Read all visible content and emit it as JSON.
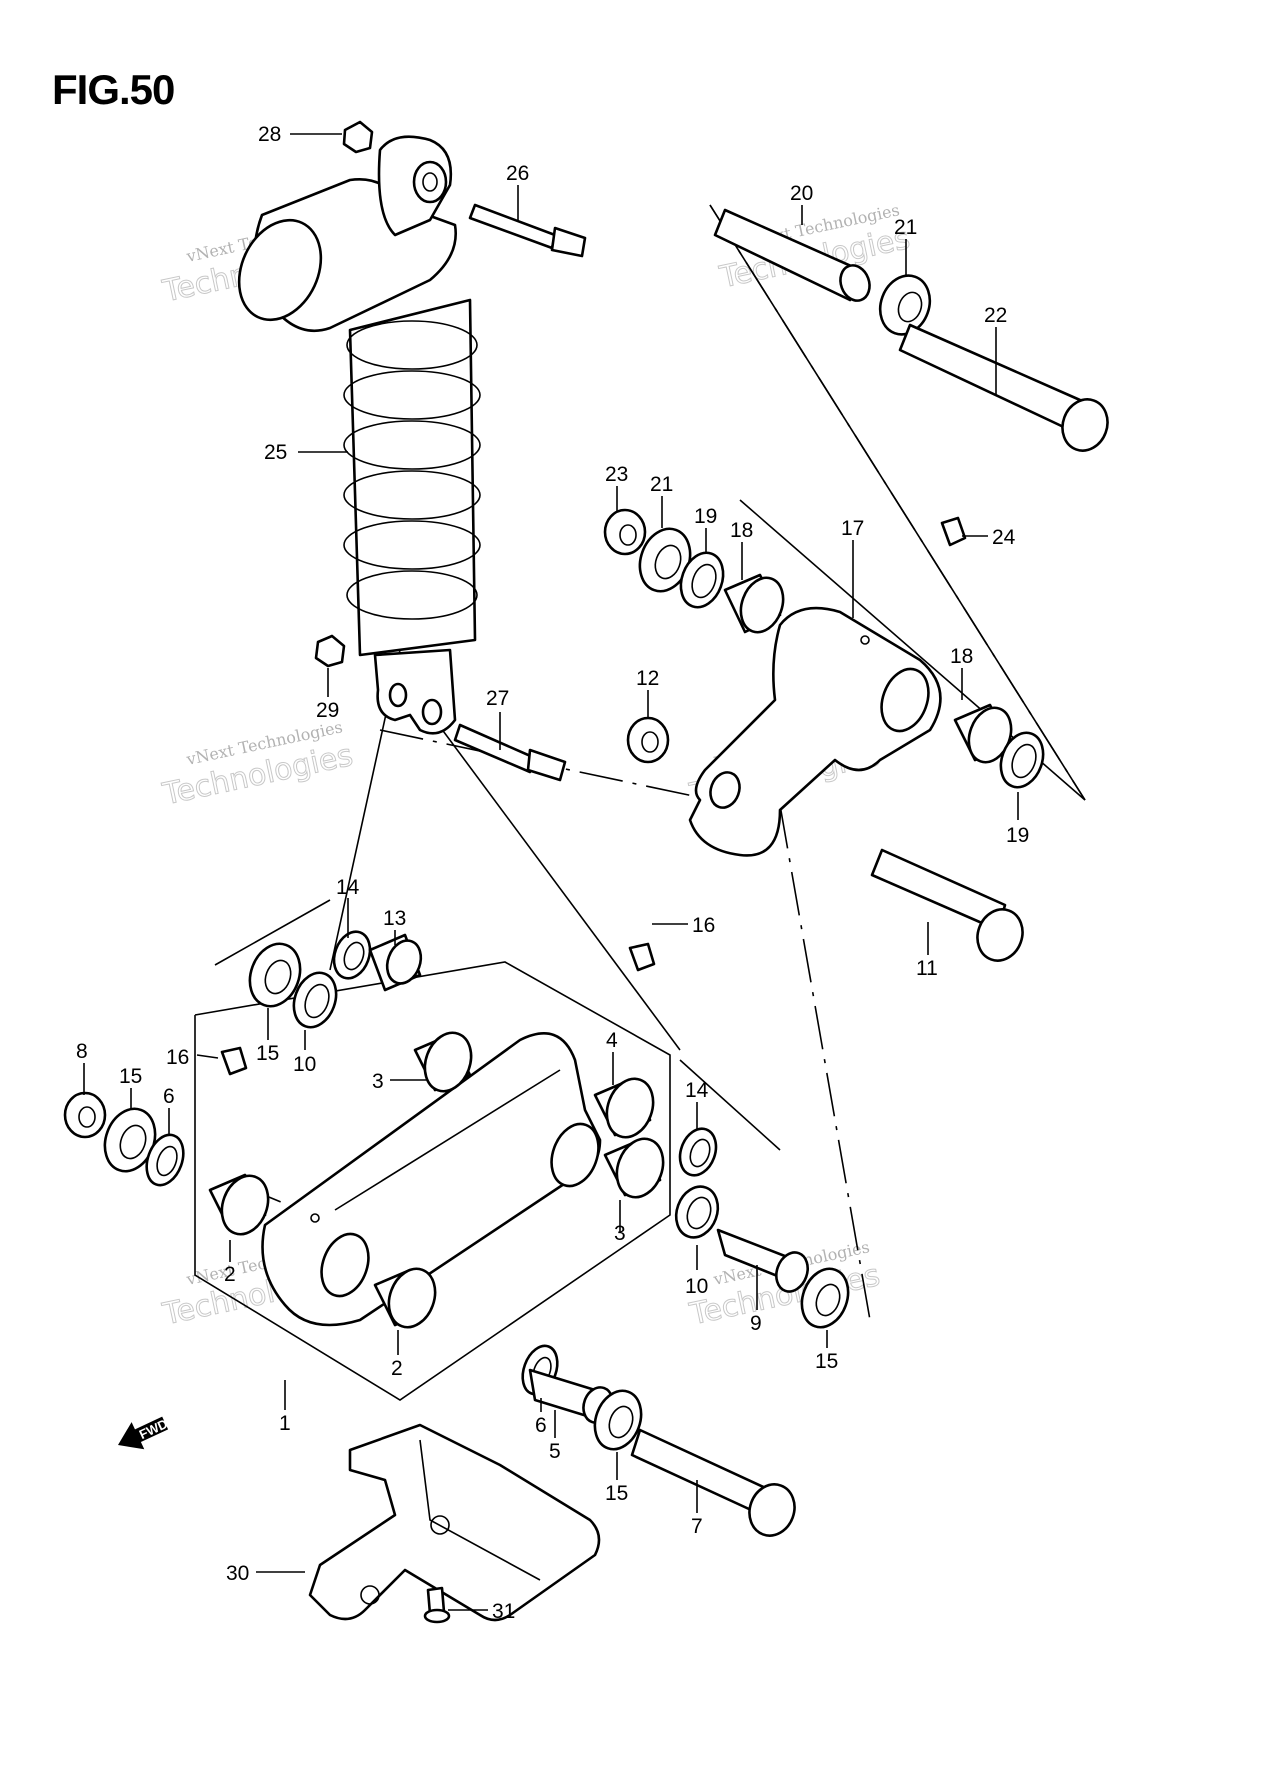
{
  "figure": {
    "title": "FIG.50"
  },
  "watermark": {
    "line1": "vNext Technologies",
    "line2": "Technologies"
  },
  "fwd_label": "FWD",
  "callouts": [
    {
      "id": "c28",
      "label": "28"
    },
    {
      "id": "c26",
      "label": "26"
    },
    {
      "id": "c25",
      "label": "25"
    },
    {
      "id": "c29",
      "label": "29"
    },
    {
      "id": "c27",
      "label": "27"
    },
    {
      "id": "c20",
      "label": "20"
    },
    {
      "id": "c21a",
      "label": "21"
    },
    {
      "id": "c22",
      "label": "22"
    },
    {
      "id": "c23",
      "label": "23"
    },
    {
      "id": "c21b",
      "label": "21"
    },
    {
      "id": "c19a",
      "label": "19"
    },
    {
      "id": "c18a",
      "label": "18"
    },
    {
      "id": "c17",
      "label": "17"
    },
    {
      "id": "c24",
      "label": "24"
    },
    {
      "id": "c12",
      "label": "12"
    },
    {
      "id": "c18b",
      "label": "18"
    },
    {
      "id": "c19b",
      "label": "19"
    },
    {
      "id": "c11",
      "label": "11"
    },
    {
      "id": "c14a",
      "label": "14"
    },
    {
      "id": "c13",
      "label": "13"
    },
    {
      "id": "c16a",
      "label": "16"
    },
    {
      "id": "c15a",
      "label": "15"
    },
    {
      "id": "c10a",
      "label": "10"
    },
    {
      "id": "c8",
      "label": "8"
    },
    {
      "id": "c15b",
      "label": "15"
    },
    {
      "id": "c16b",
      "label": "16"
    },
    {
      "id": "c6a",
      "label": "6"
    },
    {
      "id": "c3a",
      "label": "3"
    },
    {
      "id": "c4",
      "label": "4"
    },
    {
      "id": "c14b",
      "label": "14"
    },
    {
      "id": "c3b",
      "label": "3"
    },
    {
      "id": "c2a",
      "label": "2"
    },
    {
      "id": "c10b",
      "label": "10"
    },
    {
      "id": "c9",
      "label": "9"
    },
    {
      "id": "c15c",
      "label": "15"
    },
    {
      "id": "c2b",
      "label": "2"
    },
    {
      "id": "c1",
      "label": "1"
    },
    {
      "id": "c6b",
      "label": "6"
    },
    {
      "id": "c5",
      "label": "5"
    },
    {
      "id": "c15d",
      "label": "15"
    },
    {
      "id": "c7",
      "label": "7"
    },
    {
      "id": "c30",
      "label": "30"
    },
    {
      "id": "c31",
      "label": "31"
    }
  ]
}
